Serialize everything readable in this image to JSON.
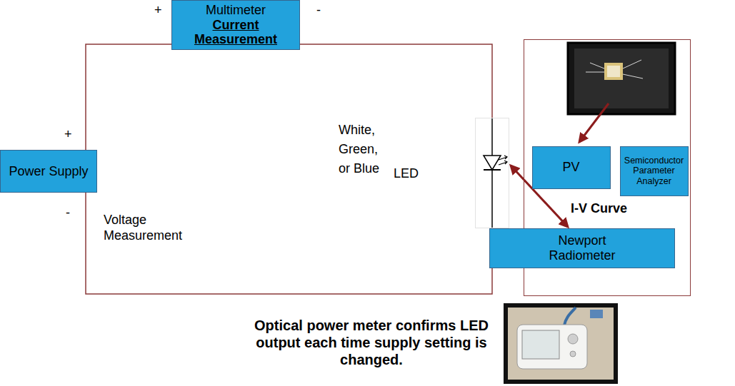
{
  "diagram": {
    "caption": "Optical power meter confirms LED output each time supply setting is changed.",
    "nodes": [
      {
        "text": [
          "Multimeter",
          "Current Measurement"
        ]
      },
      {
        "text": [
          "Power Supply"
        ]
      },
      {
        "text": [
          "White, Green, or Blue",
          "LED"
        ]
      },
      {
        "text": [
          "I-V Curve"
        ]
      },
      {
        "text": [
          "PV"
        ],
        "in": 3
      },
      {
        "text": [
          "Semiconductor Parameter Analyzer"
        ],
        "in": 3
      },
      {
        "text": [
          "Newport Radiometer"
        ]
      }
    ],
    "edges": [
      {
        "from": 1,
        "to": 0,
        "arrow": "none"
      },
      {
        "from": 0,
        "to": 2,
        "arrow": "none"
      },
      {
        "from": 2,
        "to": 1,
        "arrow": "none"
      },
      {
        "from": 2,
        "to": 6,
        "arrow": "both"
      }
    ],
    "labels": [
      "+",
      "-",
      "+",
      "-",
      "Voltage Measurement"
    ]
  }
}
